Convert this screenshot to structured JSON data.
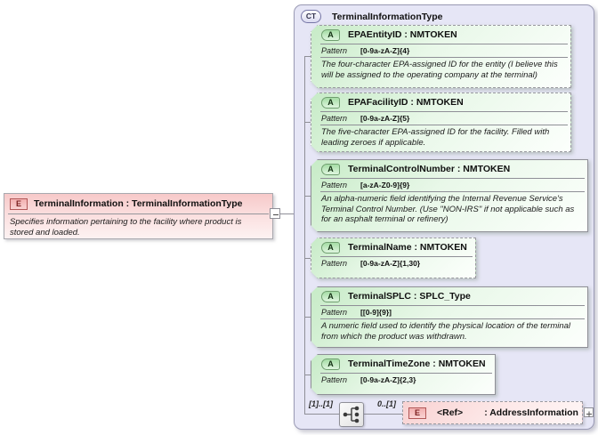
{
  "labels": {
    "pattern": "Pattern",
    "element_badge": "E",
    "complex_type_badge": "CT",
    "attribute_badge": "A"
  },
  "colors": {
    "element_pink": "#f7c9c9",
    "attribute_green": "#c7ebc7",
    "complex_type_lavender": "#e6e6f6",
    "connector_gray": "#8f8f97"
  },
  "element": {
    "title": "TerminalInformation : TerminalInformationType",
    "description": "Specifies information pertaining to the facility where product is stored and loaded."
  },
  "complex_type": {
    "title": "TerminalInformationType",
    "attributes": [
      {
        "title": "EPAEntityID : NMTOKEN",
        "pattern": "[0-9a-zA-Z]{4}",
        "description": "The four-character EPA-assigned ID for the entity (I believe this will be assigned to the operating company at the terminal)"
      },
      {
        "title": "EPAFacilityID : NMTOKEN",
        "pattern": "[0-9a-zA-Z]{5}",
        "description": "The five-character EPA-assigned ID for the facility.  Filled with leading zeroes if applicable."
      },
      {
        "title": "TerminalControlNumber : NMTOKEN",
        "pattern": "[a-zA-Z0-9]{9}",
        "description": "An alpha-numeric field identifying the Internal Revenue Service's Terminal Control Number. (Use \"NON-IRS\" if not applicable such as for an asphalt terminal or refinery)"
      },
      {
        "title": "TerminalName : NMTOKEN",
        "pattern": "[0-9a-zA-Z]{1,30}"
      },
      {
        "title": "TerminalSPLC : SPLC_Type",
        "pattern": "[[0-9]{9}]",
        "description": "A numeric field used to identify the physical location of the terminal from which the product was withdrawn."
      },
      {
        "title": "TerminalTimeZone : NMTOKEN",
        "pattern": "[0-9a-zA-Z]{2,3}"
      }
    ],
    "content_model": {
      "cardinality_parent": "[1]..[1]",
      "cardinality_ref": "0..[1]",
      "ref_element": {
        "name": "<Ref>",
        "type": ": AddressInformation"
      }
    }
  }
}
